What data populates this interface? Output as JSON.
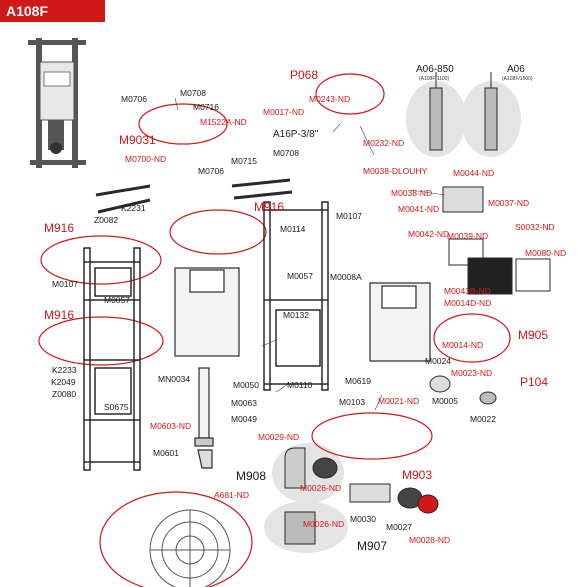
{
  "header": {
    "model": "A108F"
  },
  "colors": {
    "accent": "#d01818",
    "frame": "#2a2a2a",
    "part_fill": "#d9d9d9",
    "highlight_bg": "#e4e4e4"
  },
  "labels": {
    "M0706_a": "M0706",
    "M0708_a": "M0708",
    "M0716": "M0716",
    "M9031": "M9031",
    "M1522A_ND": "M1522A-ND",
    "M0700_ND": "M0700-ND",
    "P068": "P068",
    "M0243_ND": "M0243-ND",
    "M0017_ND": "M0017-ND",
    "A16P": "A16P-3/8\"",
    "M0232_ND": "M0232-ND",
    "A06_850": "A06-850",
    "A06_850_sub": "(A108F/1100)",
    "A06": "A06",
    "A06_sub": "(A108F/1500)",
    "M0708_b": "M0708",
    "M0715": "M0715",
    "M0706_b": "M0706",
    "M0038_DLOUHY": "M0038-DLOUHY",
    "M0044_ND": "M0044-ND",
    "M0038_ND": "M0038-ND",
    "M0037_ND": "M0037-ND",
    "M0041_ND": "M0041-ND",
    "K2231": "K2231",
    "Z0082": "Z0082",
    "M916_a": "M916",
    "M916_b": "M916",
    "M916_c": "M916",
    "M0107_a": "M0107",
    "M0114": "M0114",
    "M0042_ND": "M0042-ND",
    "M0039_ND": "M0039-ND",
    "S0032_ND": "S0032-ND",
    "M0080_ND": "M0080-ND",
    "M0107_b": "M0107",
    "M0057_a": "M0057",
    "M0057_b": "M0057",
    "M0008A": "M0008A",
    "M0043B_ND": "M0043B-ND",
    "M0014D_ND": "M0014D-ND",
    "M0132": "M0132",
    "M905": "M905",
    "M0014_ND": "M0014-ND",
    "M0024": "M0024",
    "K2233": "K2233",
    "K2049": "K2049",
    "Z0080": "Z0080",
    "MN0034": "MN0034",
    "M0619": "M0619",
    "M0023_ND": "M0023-ND",
    "P104": "P104",
    "S0675": "S0675",
    "M0050": "M0050",
    "M0110": "M0110",
    "M0021_ND": "M0021-ND",
    "M0005": "M0005",
    "M0022": "M0022",
    "M0063": "M0063",
    "M0103": "M0103",
    "M0049": "M0049",
    "M0603_ND": "M0603-ND",
    "M0029_ND": "M0029-ND",
    "M0601": "M0601",
    "M903": "M903",
    "M908": "M908",
    "M0026_ND_a": "M0026-ND",
    "A681_ND": "A681-ND",
    "M0030": "M0030",
    "M0026_ND_b": "M0026-ND",
    "M0027": "M0027",
    "M0028_ND": "M0028-ND",
    "M907": "M907"
  }
}
